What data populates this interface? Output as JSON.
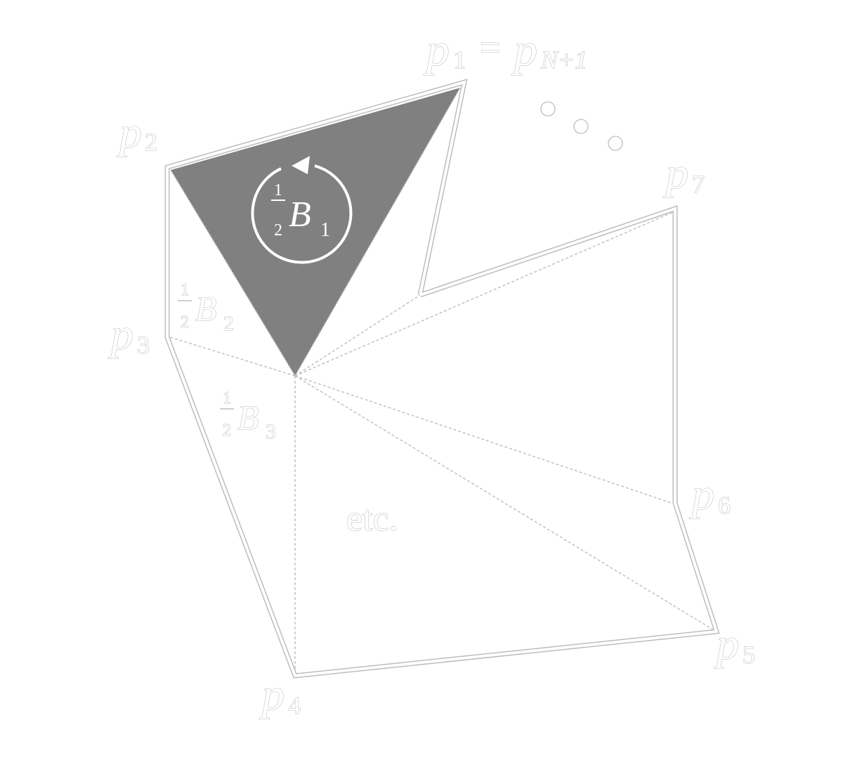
{
  "labels": {
    "p1": {
      "base": "p",
      "sub": "1",
      "eq": "=",
      "base2": "p",
      "sub2": "N+1"
    },
    "p2": {
      "base": "p",
      "sub": "2"
    },
    "p3": {
      "base": "p",
      "sub": "3"
    },
    "p4": {
      "base": "p",
      "sub": "4"
    },
    "p5": {
      "base": "p",
      "sub": "5"
    },
    "p6": {
      "base": "p",
      "sub": "6"
    },
    "p7": {
      "base": "p",
      "sub": "7"
    }
  },
  "areas": {
    "b1": {
      "num": "1",
      "den": "2",
      "var": "B",
      "sub": "1"
    },
    "b2": {
      "num": "1",
      "den": "2",
      "var": "B",
      "sub": "2"
    },
    "b3": {
      "num": "1",
      "den": "2",
      "var": "B",
      "sub": "3"
    }
  },
  "etc": "etc.",
  "colors": {
    "triangle_fill": "#808080",
    "outline": "#bdbdbd",
    "edge": "#ffffff"
  },
  "icons": {
    "rotation": "counterclockwise-arrow-icon",
    "ellipsis": "ellipsis-dots-icon"
  }
}
